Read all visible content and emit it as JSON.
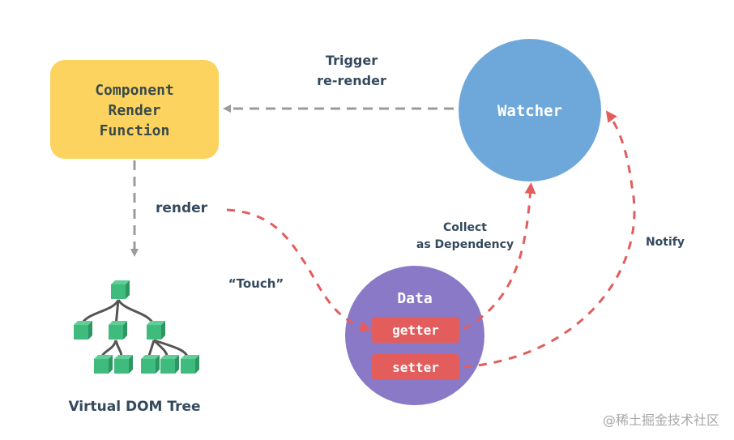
{
  "colors": {
    "component_fill": "#fcd35f",
    "watcher_fill": "#6ea8da",
    "data_fill": "#8a79c6",
    "accessor_fill": "#e35d5d",
    "tree_node": "#3fbb7d",
    "tree_node_dark": "#2e9663",
    "tree_line": "#555555",
    "gray_arrow": "#9b9b9b",
    "red_arrow": "#e35d5d",
    "label_text": "#34495e",
    "node_text_dark": "#3a4a4a",
    "node_text_light": "#ffffff"
  },
  "nodes": {
    "component": {
      "lines": [
        "Component",
        "Render",
        "Function"
      ]
    },
    "watcher": {
      "label": "Watcher"
    },
    "data": {
      "label": "Data",
      "getter": "getter",
      "setter": "setter"
    },
    "vdom": {
      "label": "Virtual DOM Tree"
    }
  },
  "edges": {
    "trigger": {
      "lines": [
        "Trigger",
        "re-render"
      ]
    },
    "render": {
      "label": "render"
    },
    "touch": {
      "label": "“Touch”"
    },
    "collect": {
      "lines": [
        "Collect",
        "as Dependency"
      ]
    },
    "notify": {
      "label": "Notify"
    }
  },
  "watermark": "@稀土掘金技术社区"
}
